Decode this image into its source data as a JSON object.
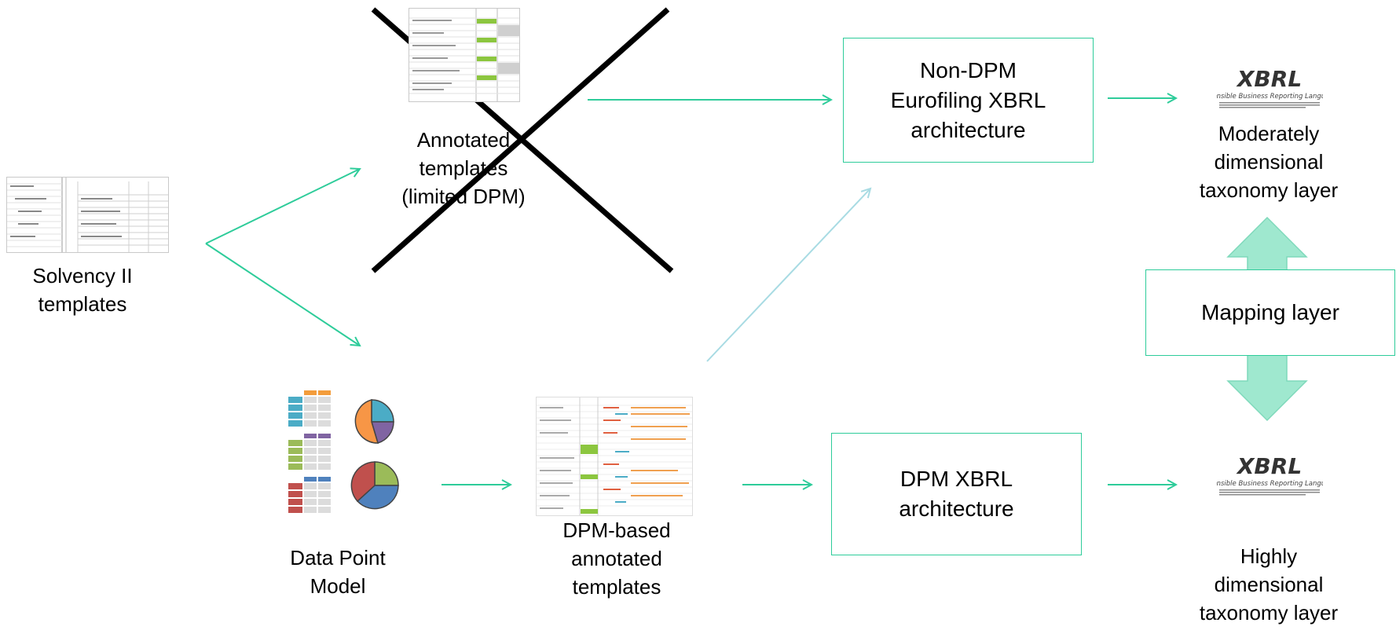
{
  "nodes": {
    "solvency": {
      "lines": [
        "Solvency II",
        "templates"
      ]
    },
    "annotated": {
      "lines": [
        "Annotated",
        "templates",
        "(limited DPM)"
      ]
    },
    "dpm_model": {
      "lines": [
        "Data Point",
        "Model"
      ]
    },
    "dpm_annotated": {
      "lines": [
        "DPM-based",
        "annotated",
        "templates"
      ]
    },
    "non_dpm_arch": {
      "lines": [
        "Non-DPM",
        "Eurofiling XBRL",
        "architecture"
      ]
    },
    "dpm_arch": {
      "lines": [
        "DPM XBRL",
        "architecture"
      ]
    },
    "moderate_layer": {
      "lines": [
        "Moderately",
        "dimensional",
        "taxonomy layer"
      ]
    },
    "mapping": {
      "label": "Mapping layer"
    },
    "high_layer": {
      "lines": [
        "Highly",
        "dimensional",
        "taxonomy layer"
      ]
    }
  },
  "logo": {
    "word": "XBRL",
    "tagline": "eXtensible Business Reporting Language"
  },
  "colors": {
    "arrow": "#2ecc9a",
    "arrow_light": "#a8dbe3",
    "mapping_fill": "#9fe8cf",
    "cross": "#000000"
  },
  "icons": [
    "crossed-out-icon",
    "spreadsheet-thumbnail",
    "pie-chart-icon",
    "table-icon",
    "xbrl-logo"
  ]
}
